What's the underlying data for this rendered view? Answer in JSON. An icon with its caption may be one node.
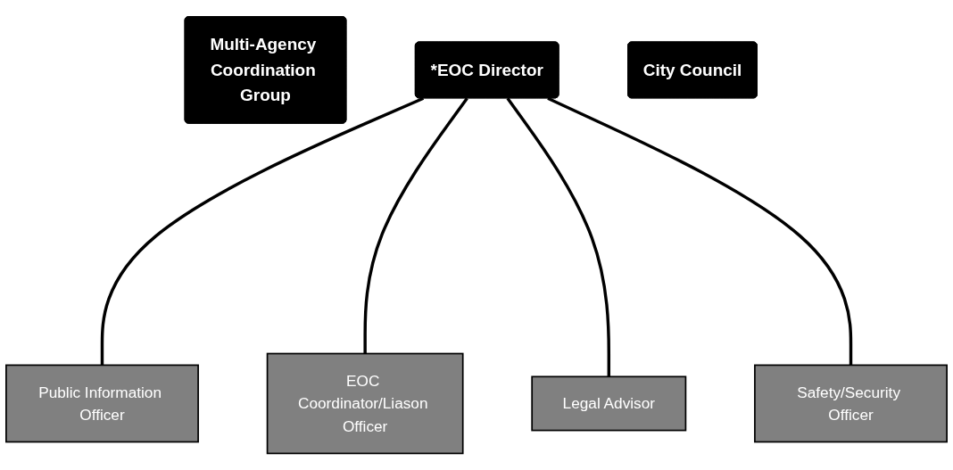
{
  "diagram": {
    "nodes": [
      {
        "text": [
          "Multi-Agency Coordination Group"
        ]
      },
      {
        "text": [
          "*EOC Director"
        ]
      },
      {
        "text": [
          "City Council"
        ]
      },
      {
        "text": [
          "Public Information Officer"
        ]
      },
      {
        "text": [
          "EOC Coordinator/Liason Officer"
        ]
      },
      {
        "text": [
          "Legal Advisor"
        ]
      },
      {
        "text": [
          "Safety/Security Officer"
        ]
      }
    ],
    "edges": [
      {
        "from": 1,
        "to": 3,
        "arrow": "none"
      },
      {
        "from": 1,
        "to": 4,
        "arrow": "none"
      },
      {
        "from": 1,
        "to": 5,
        "arrow": "none"
      },
      {
        "from": 1,
        "to": 6,
        "arrow": "none"
      }
    ]
  }
}
